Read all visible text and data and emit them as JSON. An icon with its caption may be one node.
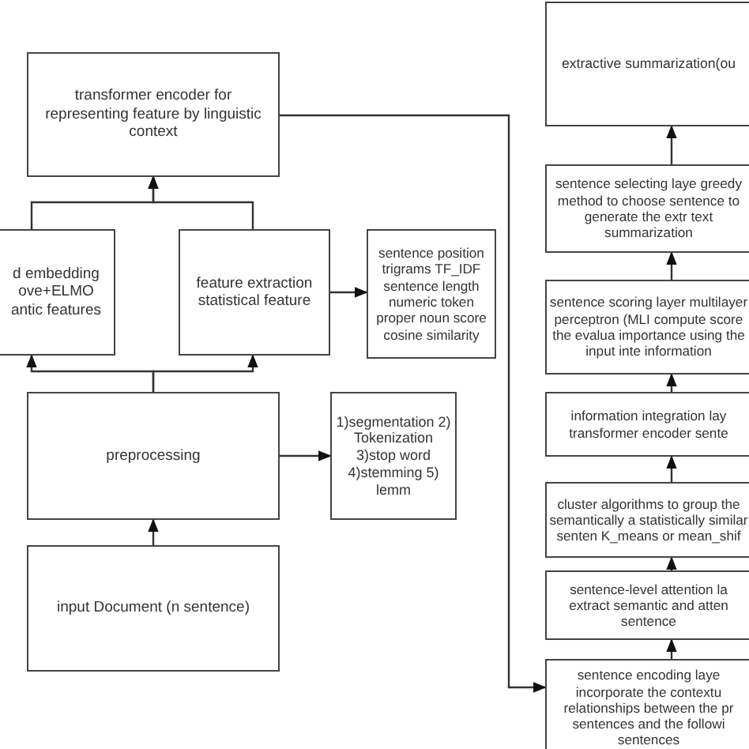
{
  "diagram": {
    "nodes": [
      {
        "text": [
          "transformer encoder for representing feature by linguistic context"
        ]
      },
      {
        "text": [
          "d embedding ove+ELMO antic features"
        ]
      },
      {
        "text": [
          "feature extraction statistical feature"
        ]
      },
      {
        "text": [
          "sentence position trigrams TF_IDF sentence length numeric token proper noun score cosine similarity"
        ]
      },
      {
        "text": [
          "preprocessing"
        ]
      },
      {
        "text": [
          "1)segmentation 2) Tokenization 3)stop word 4)stemming 5) lemm"
        ]
      },
      {
        "text": [
          "input Document (n sentence)"
        ]
      },
      {
        "text": [
          "extractive summarization(ou"
        ]
      },
      {
        "text": [
          "sentence selecting laye greedy method to choose sentence to generate the extr text summarization"
        ]
      },
      {
        "text": [
          "sentence scoring layer multilayer perceptron (MLI compute score the evalua importance using the input inte information"
        ]
      },
      {
        "text": [
          "information integration lay transformer encoder sente"
        ]
      },
      {
        "text": [
          "cluster algorithms to group the semantically a statistically similar senten K_means or mean_shif"
        ]
      },
      {
        "text": [
          "sentence-level attention la extract semantic and atten sentence"
        ]
      },
      {
        "text": [
          "sentence encoding laye incorporate the contextu relationships between the pr sentences and the followi sentences"
        ]
      }
    ],
    "edges": [
      {
        "from": 6,
        "to": 4,
        "arrow": "to"
      },
      {
        "from": 4,
        "to": 5,
        "arrow": "to"
      },
      {
        "from": 4,
        "to": 1,
        "arrow": "to"
      },
      {
        "from": 4,
        "to": 2,
        "arrow": "to"
      },
      {
        "from": 1,
        "to": 0,
        "arrow": "to"
      },
      {
        "from": 2,
        "to": 0,
        "arrow": "to"
      },
      {
        "from": 2,
        "to": 3,
        "arrow": "to"
      },
      {
        "from": 0,
        "to": 13,
        "arrow": "to"
      },
      {
        "from": 13,
        "to": 12,
        "arrow": "to"
      },
      {
        "from": 12,
        "to": 11,
        "arrow": "to"
      },
      {
        "from": 11,
        "to": 10,
        "arrow": "to"
      },
      {
        "from": 10,
        "to": 9,
        "arrow": "to"
      },
      {
        "from": 9,
        "to": 8,
        "arrow": "to"
      },
      {
        "from": 8,
        "to": 7,
        "arrow": "to"
      }
    ]
  }
}
